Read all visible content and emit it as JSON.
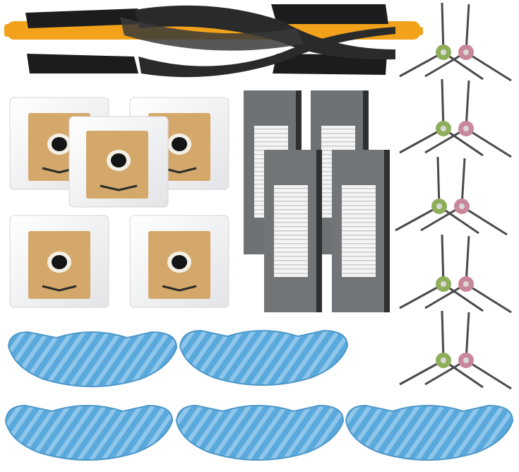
{
  "scene": {
    "background": "#ffffff",
    "items": [
      {
        "kind": "main-roller-brush",
        "count": 1
      },
      {
        "kind": "dust-bag",
        "count": 5
      },
      {
        "kind": "hepa-filter",
        "count": 4
      },
      {
        "kind": "side-brush",
        "count": 10
      },
      {
        "kind": "mop-pad",
        "count": 5
      }
    ]
  },
  "colors": {
    "brush_core": "#f1a21a",
    "brush_rubber": "#1c1c1c",
    "bag_card": "#d4a86a",
    "bag_white": "#f4f4f6",
    "filter_frame": "#6f7274",
    "filter_mesh": "#f2f2f2",
    "mop_blue": "#5aa9dd",
    "mop_stripe": "#8fc6ea",
    "side_arm": "#4a4a4a",
    "hub_green": "#8fae5a",
    "hub_pink": "#c9879a"
  },
  "icons": [
    "main-brush-icon",
    "dust-bag-icon",
    "filter-icon",
    "side-brush-icon",
    "mop-pad-icon"
  ]
}
